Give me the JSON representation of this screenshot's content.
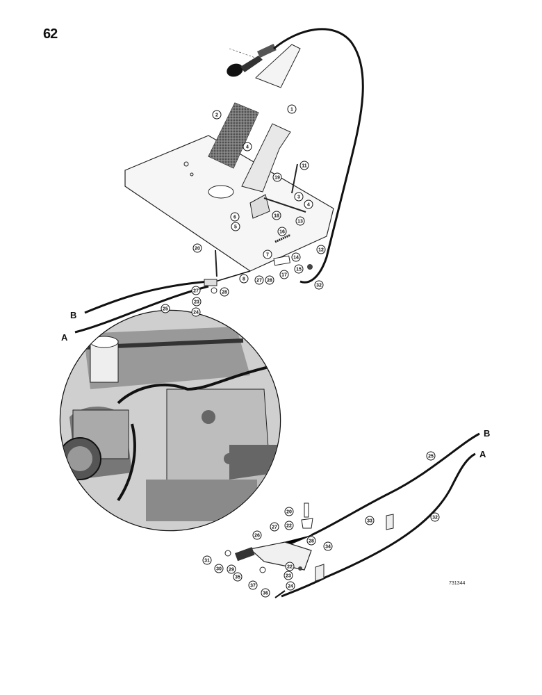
{
  "page_number": "62",
  "figure_code": "731344",
  "cable_end_labels": {
    "B": "B",
    "A": "A"
  },
  "callouts": {
    "c1": "1",
    "c2": "2",
    "c3": "3",
    "c4a": "4",
    "c4b": "4",
    "c5": "5",
    "c6": "6",
    "c7": "7",
    "c8": "8",
    "c11": "11",
    "c12": "12",
    "c13": "13",
    "c14": "14",
    "c15": "15",
    "c16": "16",
    "c17": "17",
    "c18": "18",
    "c19": "19",
    "c20a": "20",
    "c20b": "20",
    "c22a": "22",
    "c22b": "22",
    "c23a": "23",
    "c23b": "23",
    "c24a": "24",
    "c24b": "24",
    "c25": "25",
    "c26": "26",
    "c27a": "27",
    "c27b": "27",
    "c28a": "28",
    "c28b": "28",
    "c29": "29",
    "c30": "30",
    "c31": "31",
    "c32a": "32",
    "c32b": "32",
    "c33": "33",
    "c34": "34",
    "c35": "35",
    "c36": "36",
    "c37": "37",
    "c25b": "25"
  }
}
